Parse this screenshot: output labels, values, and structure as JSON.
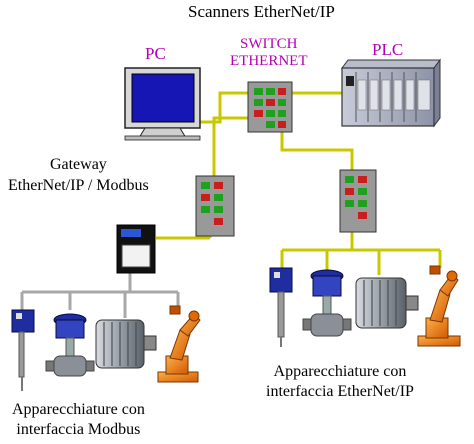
{
  "labels": {
    "top_title": "Scanners EtherNet/IP",
    "pc": "PC",
    "switch_line1": "SWITCH",
    "switch_line2": "ETHERNET",
    "plc": "PLC",
    "gateway_line1": "Gateway",
    "gateway_line2": "EtherNet/IP / Modbus",
    "modbus_line1": "Apparecchiature con",
    "modbus_line2": "interfaccia Modbus",
    "enip_line1": "Apparecchiature con",
    "enip_line2": "interfaccia EtherNet/IP"
  },
  "colors": {
    "ethernet_cable": "#c8c800",
    "modbus_cable": "#a8a8a8",
    "switch_body": "#999999",
    "port_green": "#1fa01f",
    "port_red": "#c81e1e",
    "accent_purple": "#b400b4",
    "robot_orange": "#f07800",
    "valve_blue": "#1e2ea0"
  },
  "icons": [
    "pc-icon",
    "switch-icon",
    "plc-icon",
    "gateway-icon",
    "valve-icon",
    "actuator-icon",
    "motor-icon",
    "robot-arm-icon"
  ]
}
